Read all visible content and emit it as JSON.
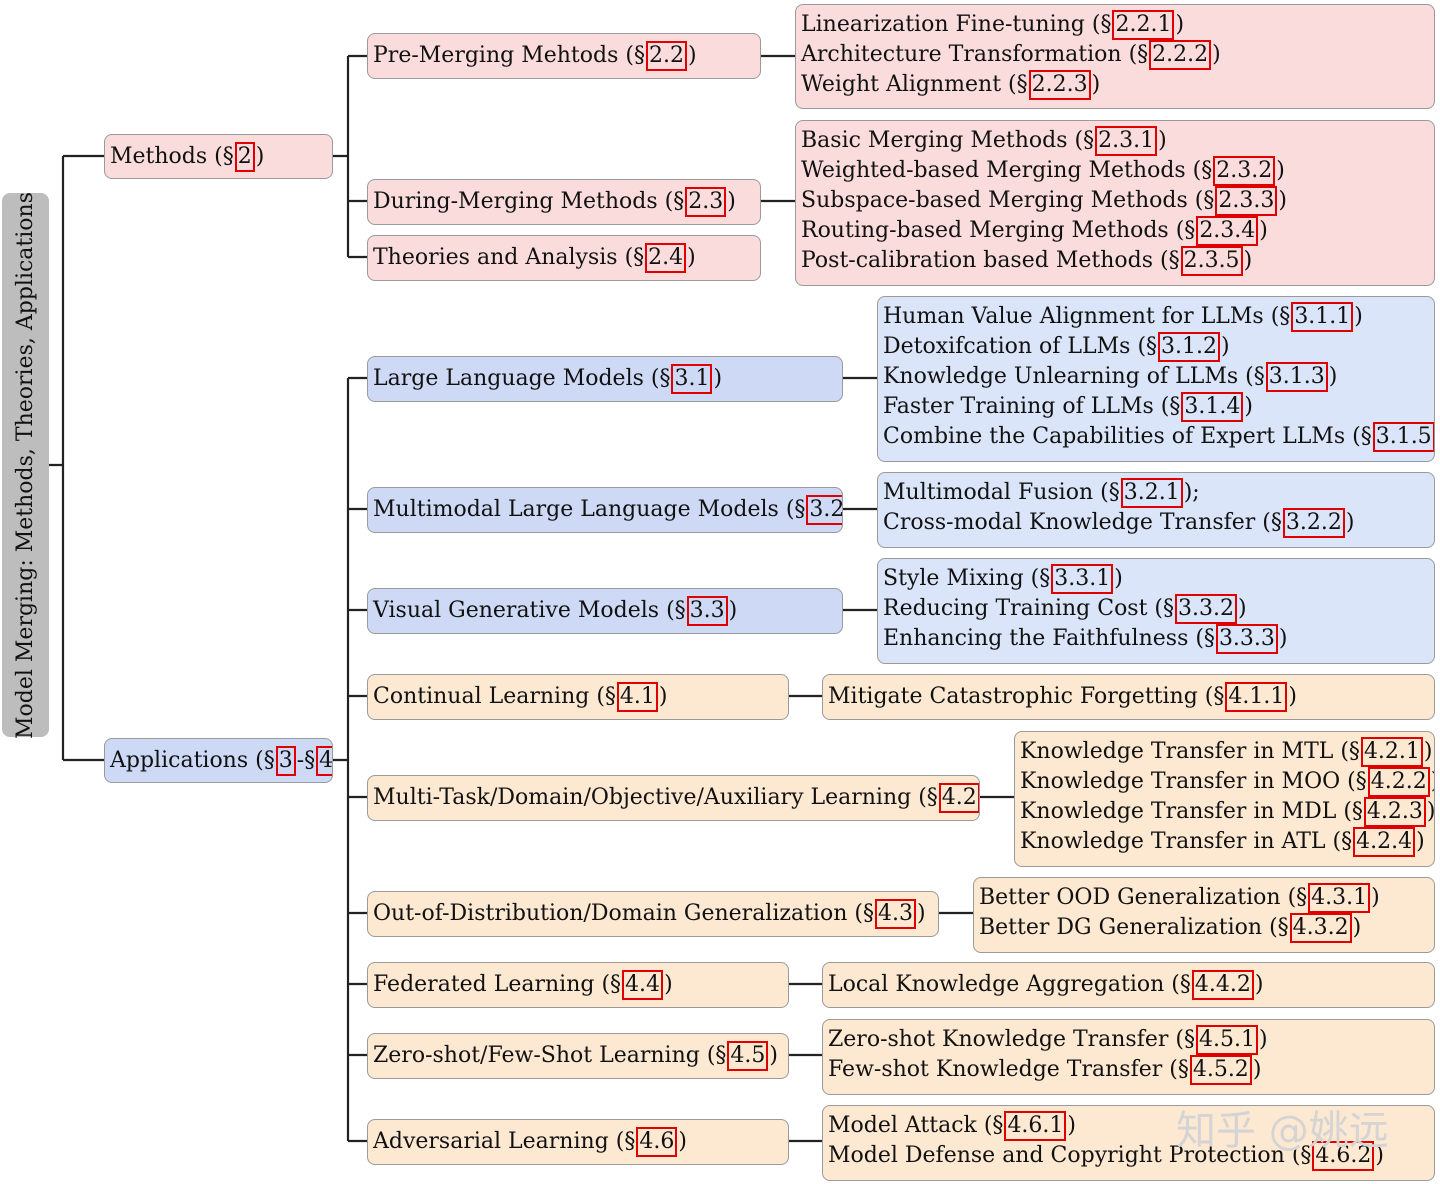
{
  "root": {
    "label": "Model Merging: Methods, Theories, Applications"
  },
  "watermark": "知乎 @姚远",
  "colors": {
    "pink": "#fadcdc",
    "blue": "#cdd9f5",
    "light_blue": "#dbe5f9",
    "peach": "#fde8d2",
    "ref_box": "#e10000",
    "connector": "#222222"
  },
  "methods": {
    "label": "Methods (§",
    "ref": "2",
    "close": ")",
    "pre": {
      "label": "Pre-Merging Mehtods (§",
      "ref": "2.2",
      "close": ")",
      "items": [
        {
          "text": "Linearization Fine-tuning (§",
          "ref": "2.2.1",
          "close": ")"
        },
        {
          "text": "Architecture Transformation (§",
          "ref": "2.2.2",
          "close": ")"
        },
        {
          "text": "Weight Alignment (§",
          "ref": "2.2.3",
          "close": ")"
        }
      ]
    },
    "during": {
      "label": "During-Merging Methods (§",
      "ref": "2.3",
      "close": ")",
      "items": [
        {
          "text": "Basic Merging Methods (§",
          "ref": "2.3.1",
          "close": ")"
        },
        {
          "text": "Weighted-based Merging Methods (§",
          "ref": "2.3.2",
          "close": ")"
        },
        {
          "text": "Subspace-based Merging Methods (§",
          "ref": "2.3.3",
          "close": ")"
        },
        {
          "text": "Routing-based Merging Methods (§",
          "ref": "2.3.4",
          "close": ")"
        },
        {
          "text": "Post-calibration based Methods (§",
          "ref": "2.3.5",
          "close": ")"
        }
      ]
    },
    "theories": {
      "label": "Theories and Analysis (§",
      "ref": "2.4",
      "close": ")"
    }
  },
  "applications": {
    "label": "Applications (§",
    "ref_a": "3",
    "sep": "-§",
    "ref_b": "4",
    "close": ")",
    "llm": {
      "label": "Large Language Models (§",
      "ref": "3.1",
      "close": ")",
      "items": [
        {
          "text": "Human Value Alignment for LLMs (§",
          "ref": "3.1.1",
          "close": ")"
        },
        {
          "text": "Detoxifcation of LLMs (§",
          "ref": "3.1.2",
          "close": ")"
        },
        {
          "text": "Knowledge Unlearning of LLMs (§",
          "ref": "3.1.3",
          "close": ")"
        },
        {
          "text": "Faster Training of LLMs (§",
          "ref": "3.1.4",
          "close": ")"
        },
        {
          "text": "Combine the Capabilities of Expert LLMs (§",
          "ref": "3.1.5",
          "close": ")"
        }
      ]
    },
    "mllm": {
      "label": "Multimodal Large Language Models (§",
      "ref": "3.2",
      "close": ")",
      "items": [
        {
          "text": "Multimodal Fusion (§",
          "ref": "3.2.1",
          "close": ");"
        },
        {
          "text": "Cross-modal Knowledge Transfer (§",
          "ref": "3.2.2",
          "close": ")"
        }
      ]
    },
    "vgm": {
      "label": "Visual Generative Models (§",
      "ref": "3.3",
      "close": ")",
      "items": [
        {
          "text": "Style Mixing (§",
          "ref": "3.3.1",
          "close": ")"
        },
        {
          "text": "Reducing Training Cost (§",
          "ref": "3.3.2",
          "close": ")"
        },
        {
          "text": "Enhancing the Faithfulness (§",
          "ref": "3.3.3",
          "close": ")"
        }
      ]
    },
    "cl": {
      "label": "Continual Learning (§",
      "ref": "4.1",
      "close": ")",
      "items": [
        {
          "text": "Mitigate Catastrophic Forgetting (§",
          "ref": "4.1.1",
          "close": ")"
        }
      ]
    },
    "mtl": {
      "label": "Multi-Task/Domain/Objective/Auxiliary Learning (§",
      "ref": "4.2",
      "close": ")",
      "items": [
        {
          "text": "Knowledge Transfer in MTL (§",
          "ref": "4.2.1",
          "close": ")"
        },
        {
          "text": "Knowledge Transfer in MOO (§",
          "ref": "4.2.2",
          "close": ")"
        },
        {
          "text": "Knowledge Transfer in MDL (§",
          "ref": "4.2.3",
          "close": ")"
        },
        {
          "text": "Knowledge Transfer in ATL (§",
          "ref": "4.2.4",
          "close": ")"
        }
      ]
    },
    "ood": {
      "label": "Out-of-Distribution/Domain Generalization (§",
      "ref": "4.3",
      "close": ")",
      "items": [
        {
          "text": "Better OOD Generalization (§",
          "ref": "4.3.1",
          "close": ")"
        },
        {
          "text": "Better DG Generalization (§",
          "ref": "4.3.2",
          "close": ")"
        }
      ]
    },
    "fl": {
      "label": "Federated Learning (§",
      "ref": "4.4",
      "close": ")",
      "items": [
        {
          "text": "Local Knowledge Aggregation (§",
          "ref": "4.4.2",
          "close": ")"
        }
      ]
    },
    "zs": {
      "label": "Zero-shot/Few-Shot Learning (§",
      "ref": "4.5",
      "close": ")",
      "items": [
        {
          "text": "Zero-shot Knowledge Transfer (§",
          "ref": "4.5.1",
          "close": ")"
        },
        {
          "text": "Few-shot Knowledge Transfer (§",
          "ref": "4.5.2",
          "close": ")"
        }
      ]
    },
    "adv": {
      "label": "Adversarial Learning (§",
      "ref": "4.6",
      "close": ")",
      "items": [
        {
          "text": "Model Attack (§",
          "ref": "4.6.1",
          "close": ")"
        },
        {
          "text": "Model Defense and Copyright Protection (§",
          "ref": "4.6.2",
          "close": ")"
        }
      ]
    }
  }
}
